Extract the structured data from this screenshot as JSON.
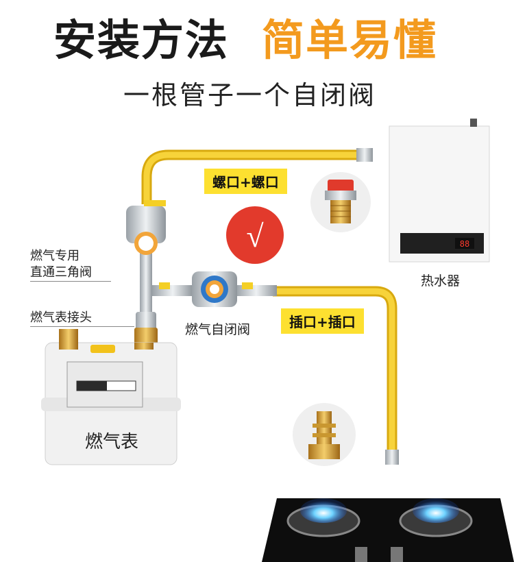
{
  "title": {
    "left": "安装方法",
    "right": "简单易懂"
  },
  "subtitle": "一根管子一个自闭阀",
  "labels": {
    "screw": "螺口+螺口",
    "plug": "插口+插口",
    "check": "√",
    "valve_line1": "燃气专用",
    "valve_line2": "直通三角阀",
    "meter_joint": "燃气表接头",
    "self_close_valve": "燃气自闭阀",
    "water_heater": "热水器",
    "gas_meter": "燃气表",
    "heater_display": "88"
  },
  "colors": {
    "accent_orange": "#f39a1e",
    "pipe_yellow": "#f5c71a",
    "check_red": "#e23a2c"
  }
}
